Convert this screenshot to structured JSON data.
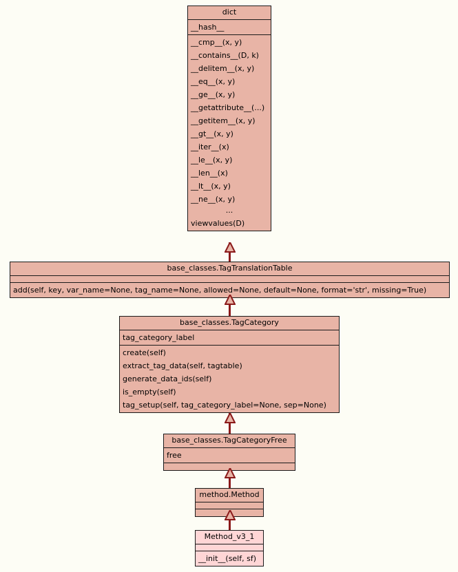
{
  "diagram": {
    "kind": "uml-class-diagram",
    "background_color": "#fdfdf5",
    "class_fill_color": "#e8b4a6",
    "subclass_fill_color": "#ffd6d6",
    "border_color": "#1a1a1a",
    "relation_color": "#8b1a1a",
    "relation_type": "generalization"
  },
  "classes": [
    {
      "id": "dict",
      "name": "dict",
      "attributes": [
        "__hash__"
      ],
      "operations": [
        "__cmp__(x, y)",
        "__contains__(D, k)",
        "__delitem__(x, y)",
        "__eq__(x, y)",
        "__ge__(x, y)",
        "__getattribute__(...)",
        "__getitem__(x, y)",
        "__gt__(x, y)",
        "__iter__(x)",
        "__le__(x, y)",
        "__len__(x)",
        "__lt__(x, y)",
        "__ne__(x, y)",
        "...",
        "viewvalues(D)"
      ]
    },
    {
      "id": "tagtranslationtable",
      "name": "base_classes.TagTranslationTable",
      "attributes": [],
      "operations": [
        "add(self, key, var_name=None, tag_name=None, allowed=None, default=None, format='str', missing=True)"
      ]
    },
    {
      "id": "tagcategory",
      "name": "base_classes.TagCategory",
      "attributes": [
        "tag_category_label"
      ],
      "operations": [
        "create(self)",
        "extract_tag_data(self, tagtable)",
        "generate_data_ids(self)",
        "is_empty(self)",
        "tag_setup(self, tag_category_label=None, sep=None)"
      ]
    },
    {
      "id": "tagcategoryfree",
      "name": "base_classes.TagCategoryFree",
      "attributes": [
        "free"
      ],
      "operations": []
    },
    {
      "id": "method",
      "name": "method.Method",
      "attributes": [],
      "operations": []
    },
    {
      "id": "methodv31",
      "name": "Method_v3_1",
      "attributes": [],
      "operations": [
        "__init__(self, sf)"
      ]
    }
  ],
  "relations": [
    {
      "from": "tagtranslationtable",
      "to": "dict",
      "type": "inheritance"
    },
    {
      "from": "tagcategory",
      "to": "tagtranslationtable",
      "type": "inheritance"
    },
    {
      "from": "tagcategoryfree",
      "to": "tagcategory",
      "type": "inheritance"
    },
    {
      "from": "method",
      "to": "tagcategoryfree",
      "type": "inheritance"
    },
    {
      "from": "methodv31",
      "to": "method",
      "type": "inheritance"
    }
  ]
}
